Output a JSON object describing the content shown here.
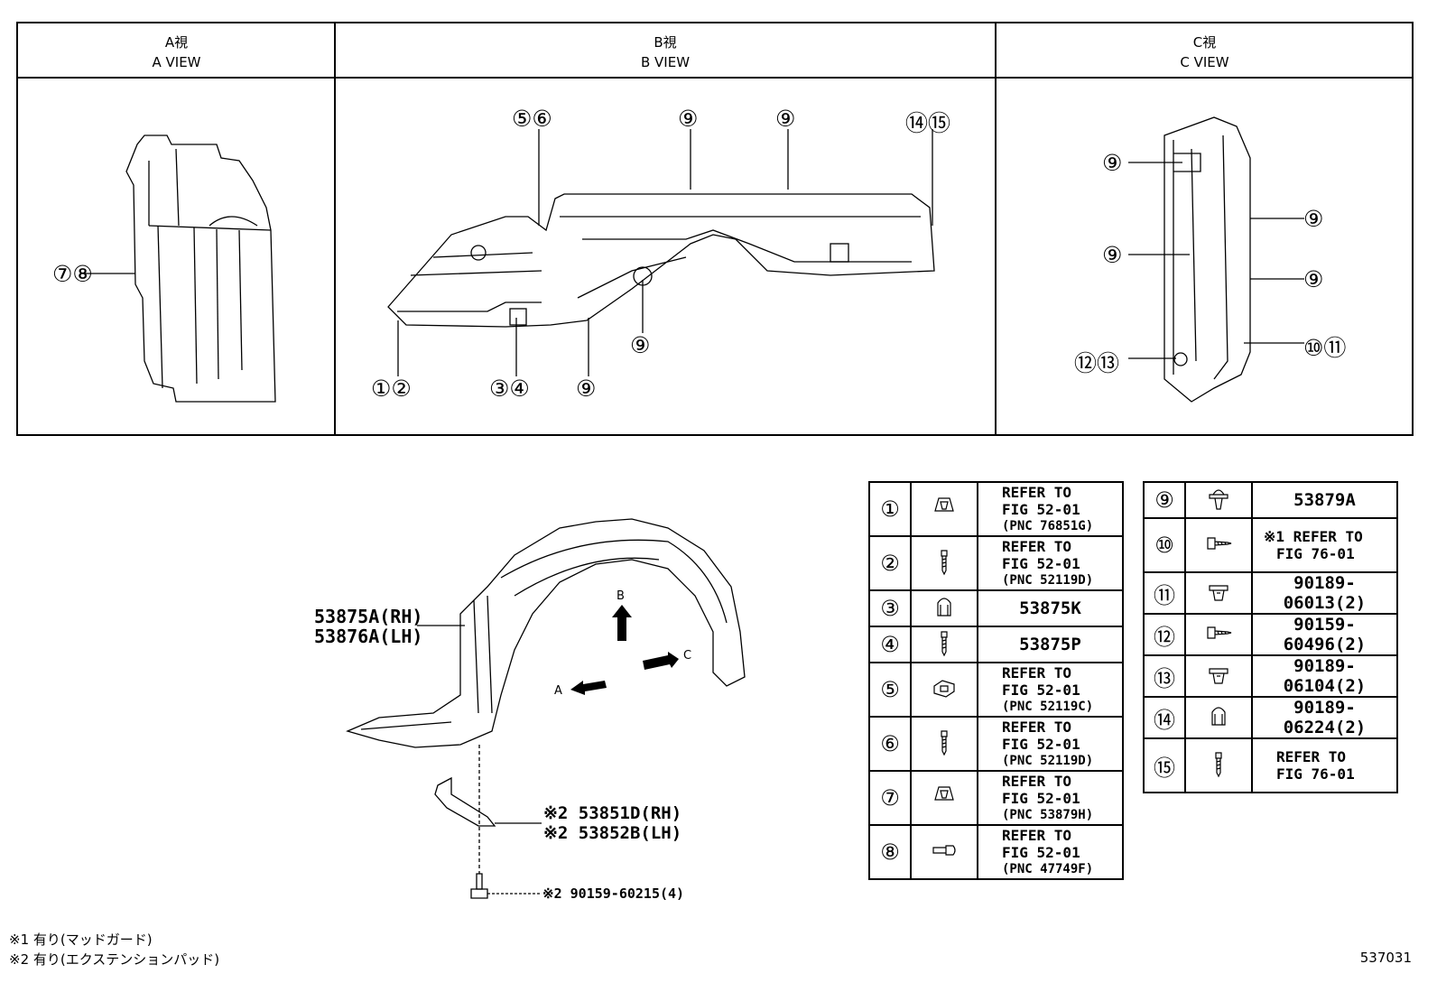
{
  "views": [
    {
      "jp": "A視",
      "en": "A VIEW"
    },
    {
      "jp": "B視",
      "en": "B VIEW"
    },
    {
      "jp": "C視",
      "en": "C VIEW"
    }
  ],
  "callouts": {
    "a": [
      "⑦⑧"
    ],
    "b": [
      "⑤⑥",
      "⑨",
      "⑨",
      "⑭⑮",
      "①②",
      "③④",
      "⑨",
      "⑨"
    ],
    "c": [
      "⑨",
      "⑨",
      "⑨",
      "⑨",
      "⑫⑬",
      "⑩⑪"
    ]
  },
  "main": {
    "part_rh": "53875A(RH)",
    "part_lh": "53876A(LH)",
    "arrow_a": "A",
    "arrow_b": "B",
    "arrow_c": "C",
    "pad_rh": "※2 53851D(RH)",
    "pad_lh": "※2 53852B(LH)",
    "screw": "※2 90159-60215(4)"
  },
  "legend_left": [
    {
      "num": "①",
      "lines": [
        "REFER TO",
        "FIG 52-01",
        "(PNC 76851G)"
      ],
      "icon": "clip-icon"
    },
    {
      "num": "②",
      "lines": [
        "REFER TO",
        "FIG 52-01",
        "(PNC 52119D)"
      ],
      "icon": "screw-icon"
    },
    {
      "num": "③",
      "code": "53875K",
      "icon": "retainer-icon"
    },
    {
      "num": "④",
      "code": "53875P",
      "icon": "screw-icon"
    },
    {
      "num": "⑤",
      "lines": [
        "REFER TO",
        "FIG 52-01",
        "(PNC 52119C)"
      ],
      "icon": "nut-icon"
    },
    {
      "num": "⑥",
      "lines": [
        "REFER TO",
        "FIG 52-01",
        "(PNC 52119D)"
      ],
      "icon": "screw-icon"
    },
    {
      "num": "⑦",
      "lines": [
        "REFER TO",
        "FIG 52-01",
        "(PNC 53879H)"
      ],
      "icon": "clip-icon"
    },
    {
      "num": "⑧",
      "lines": [
        "REFER TO",
        "FIG 52-01",
        "(PNC 47749F)"
      ],
      "icon": "bolt-icon"
    }
  ],
  "legend_right": [
    {
      "num": "⑨",
      "code": "53879A",
      "icon": "push-clip-icon"
    },
    {
      "num": "⑩",
      "lines": [
        "※1 REFER TO",
        "FIG 76-01"
      ],
      "icon": "tapping-screw-icon"
    },
    {
      "num": "⑪",
      "code": "90189-06013(2)",
      "icon": "grommet-icon"
    },
    {
      "num": "⑫",
      "code": "90159-60496(2)",
      "icon": "tapping-screw-icon"
    },
    {
      "num": "⑬",
      "code": "90189-06104(2)",
      "icon": "grommet-icon"
    },
    {
      "num": "⑭",
      "code": "90189-06224(2)",
      "icon": "retainer-icon"
    },
    {
      "num": "⑮",
      "lines": [
        "REFER TO",
        "FIG 76-01"
      ],
      "icon": "screw-icon"
    }
  ],
  "notes": [
    "※1 有り(マッドガード)",
    "※2 有り(エクステンションパッド)"
  ],
  "figure_number": "537031"
}
